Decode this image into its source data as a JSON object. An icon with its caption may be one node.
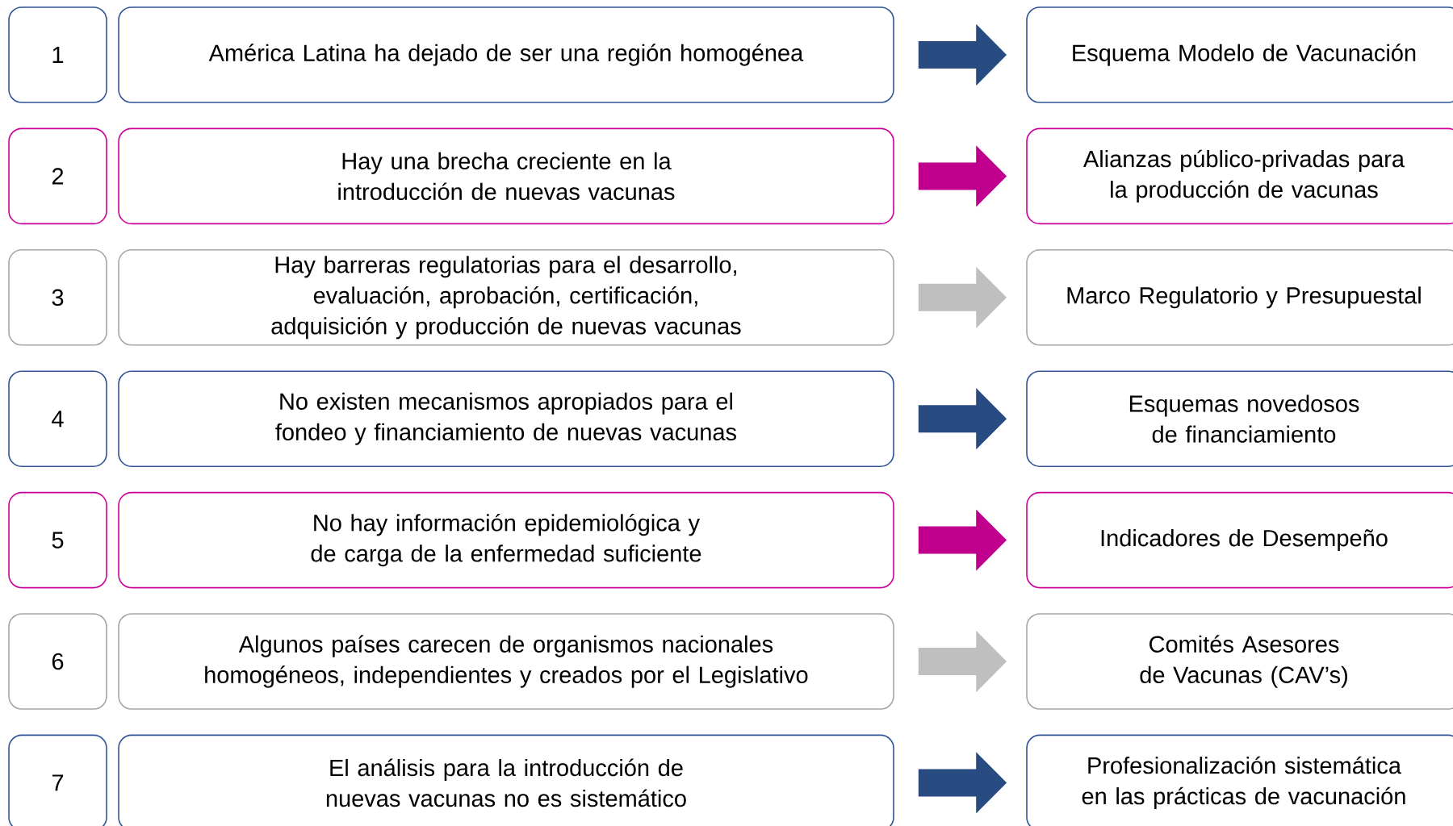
{
  "diagram": {
    "nodes": [
      {
        "text": [
          "1"
        ]
      },
      {
        "text": [
          "América Latina ha dejado de ser una región homogénea"
        ]
      },
      {
        "text": [
          "Esquema Modelo de Vacunación"
        ]
      },
      {
        "text": [
          "2"
        ]
      },
      {
        "text": [
          "Hay una brecha creciente en la introducción de nuevas vacunas"
        ]
      },
      {
        "text": [
          "Alianzas público-privadas para la producción de vacunas"
        ]
      },
      {
        "text": [
          "3"
        ]
      },
      {
        "text": [
          "Hay barreras regulatorias para el desarrollo, evaluación, aprobación, certificación, adquisición y producción de nuevas vacunas"
        ]
      },
      {
        "text": [
          "Marco Regulatorio y Presupuestal"
        ]
      },
      {
        "text": [
          "4"
        ]
      },
      {
        "text": [
          "No existen mecanismos apropiados para el fondeo y financiamiento de nuevas vacunas"
        ]
      },
      {
        "text": [
          "Esquemas novedosos de financiamiento"
        ]
      },
      {
        "text": [
          "5"
        ]
      },
      {
        "text": [
          "No hay información epidemiológica y de carga de la enfermedad suficiente"
        ]
      },
      {
        "text": [
          "Indicadores de Desempeño"
        ]
      },
      {
        "text": [
          "6"
        ]
      },
      {
        "text": [
          "Algunos países carecen de organismos nacionales homogéneos, independientes y creados por el Legislativo"
        ]
      },
      {
        "text": [
          "Comités Asesores de Vacunas (CAV’s)"
        ]
      },
      {
        "text": [
          "7"
        ]
      },
      {
        "text": [
          "El análisis para la introducción de nuevas vacunas no es sistemático"
        ]
      },
      {
        "text": [
          "Profesionalización sistemática en las prácticas de vacunación"
        ]
      }
    ],
    "edges": [
      {
        "from": 1,
        "to": 2,
        "arrow": "to"
      },
      {
        "from": 4,
        "to": 5,
        "arrow": "to",
        "color": "#c0008c"
      },
      {
        "from": 7,
        "to": 8,
        "arrow": "to",
        "color": "#bfbfbf"
      },
      {
        "from": 10,
        "to": 11,
        "arrow": "to"
      },
      {
        "from": 13,
        "to": 14,
        "arrow": "to",
        "color": "#c0008c"
      },
      {
        "from": 16,
        "to": 17,
        "arrow": "to",
        "color": "#bfbfbf"
      },
      {
        "from": 19,
        "to": 20,
        "arrow": "to"
      }
    ]
  }
}
